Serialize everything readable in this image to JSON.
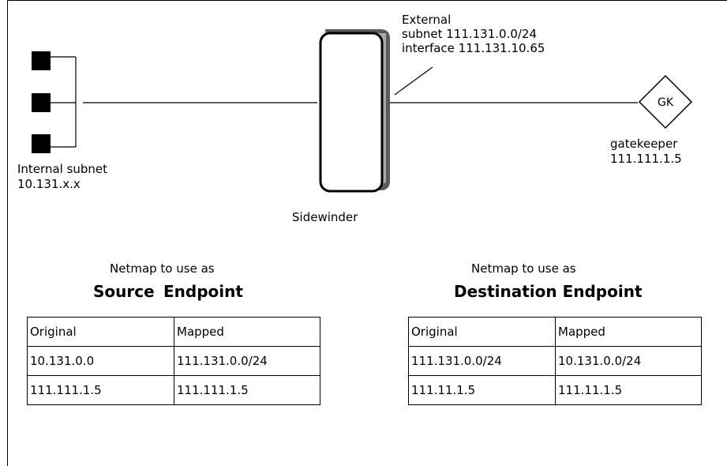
{
  "external": {
    "line1": "External",
    "line2": "subnet 111.131.0.0/24",
    "line3": "interface 111.131.10.65"
  },
  "internal": {
    "line1": "Internal subnet",
    "line2": "10.131.x.x"
  },
  "firewall": {
    "label": "Sidewinder"
  },
  "gatekeeper": {
    "badge": "GK",
    "line1": "gatekeeper",
    "line2": "111.111.1.5"
  },
  "source": {
    "heading_small": "Netmap to use as",
    "heading_big_1": "Source",
    "heading_big_2": "Endpoint",
    "table": {
      "headers": [
        "Original",
        "Mapped"
      ],
      "rows": [
        [
          "10.131.0.0",
          "111.131.0.0/24"
        ],
        [
          "111.111.1.5",
          "111.111.1.5"
        ]
      ]
    }
  },
  "destination": {
    "heading_small": "Netmap to use as",
    "heading_big": "Destination Endpoint",
    "table": {
      "headers": [
        "Original",
        "Mapped"
      ],
      "rows": [
        [
          "111.131.0.0/24",
          "10.131.0.0/24"
        ],
        [
          "111.11.1.5",
          "111.11.1.5"
        ]
      ]
    }
  }
}
